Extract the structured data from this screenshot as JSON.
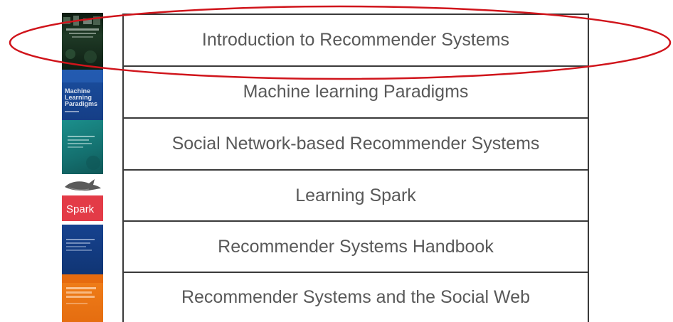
{
  "books": [
    {
      "title": "Introduction to Recommender Systems",
      "cover_color": "#1f3a26",
      "highlighted": true
    },
    {
      "title": "Machine learning Paradigms",
      "cover_color": "#1b4fa0",
      "cover_text": "Machine Learning Paradigms"
    },
    {
      "title": "Social Network-based Recommender Systems",
      "cover_color": "#1b8f8c"
    },
    {
      "title": "Learning Spark",
      "cover_color": "#e33b47",
      "cover_text": "Spark"
    },
    {
      "title": "Recommender Systems Handbook",
      "cover_color": "#16428f"
    },
    {
      "title": "Recommender Systems and the Social Web",
      "cover_color": "#f07f1a"
    }
  ],
  "highlight": {
    "color": "#d0141b",
    "target": "Introduction to Recommender Systems"
  },
  "icons": {
    "cover4_icon": "shark-icon"
  }
}
